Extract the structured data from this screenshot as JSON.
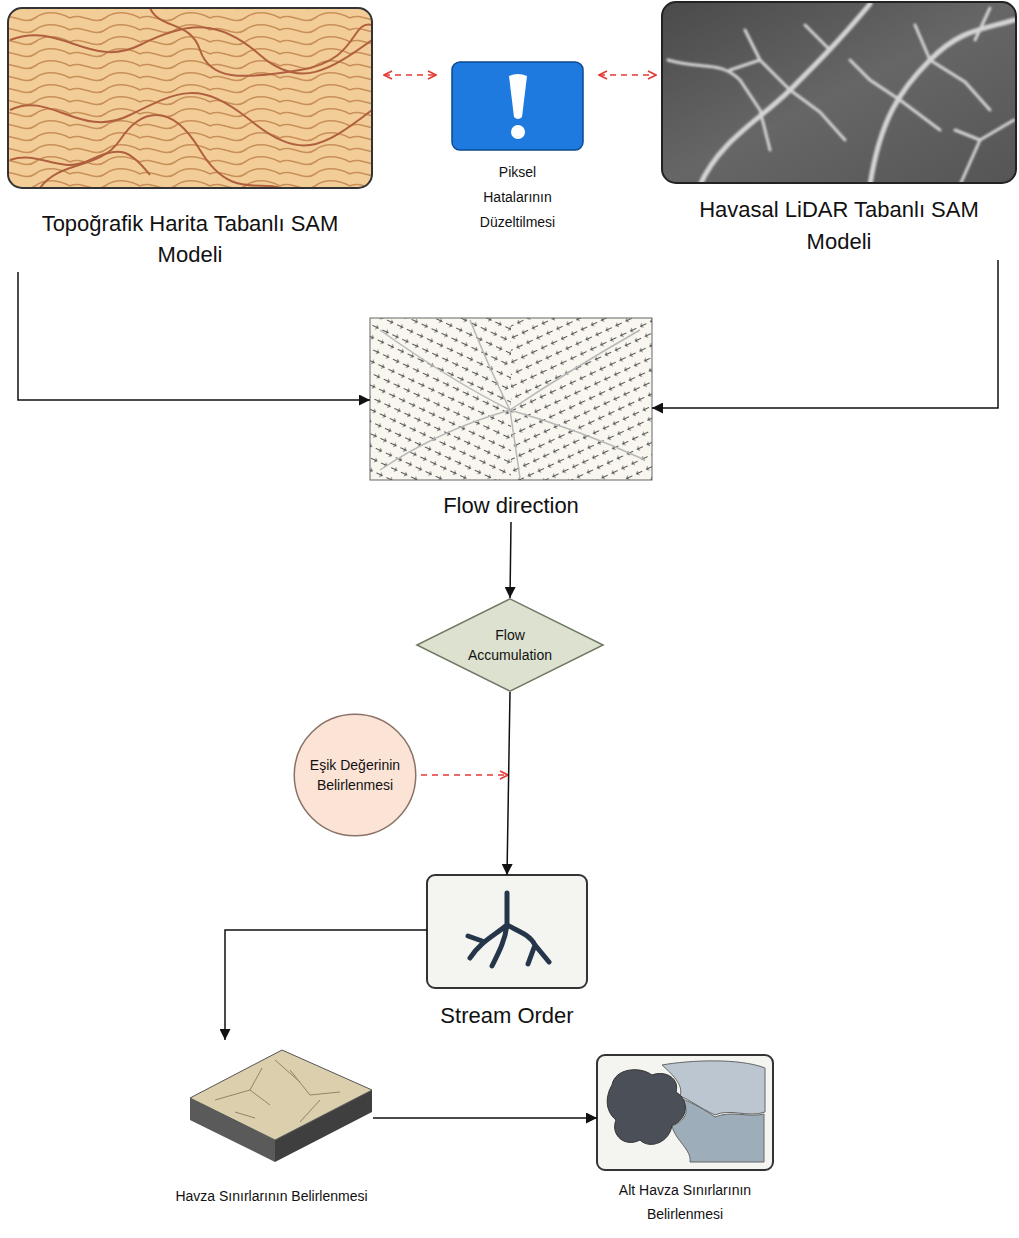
{
  "diagram": {
    "nodes": [
      {
        "text": [
          "Topoğrafik Harita Tabanlı SAM Modeli"
        ]
      },
      {
        "text": [
          "Piksel Hatalarının Düzeltilmesi"
        ]
      },
      {
        "text": [
          "Havasal LiDAR Tabanlı SAM Modeli"
        ]
      },
      {
        "text": [
          "Flow direction"
        ]
      },
      {
        "text": [
          "Flow Accumulation"
        ]
      },
      {
        "text": [
          "Eşik Değerinin Belirlenmesi"
        ]
      },
      {
        "text": [
          "Stream Order"
        ]
      },
      {
        "text": [
          "Havza Sınırlarının Belirlenmesi"
        ]
      },
      {
        "text": [
          "Alt Havza Sınırlarının Belirlenmesi"
        ]
      }
    ],
    "edges": [
      {
        "from": 0,
        "to": 1,
        "arrow": "both"
      },
      {
        "from": 1,
        "to": 2,
        "arrow": "both"
      },
      {
        "from": 0,
        "to": 3,
        "arrow": "to"
      },
      {
        "from": 2,
        "to": 3,
        "arrow": "to"
      },
      {
        "from": 3,
        "to": 4,
        "arrow": "to"
      },
      {
        "from": 4,
        "to": 6,
        "arrow": "to"
      },
      {
        "from": 6,
        "to": 7,
        "arrow": "to"
      },
      {
        "from": 7,
        "to": 8,
        "arrow": "to"
      }
    ]
  }
}
